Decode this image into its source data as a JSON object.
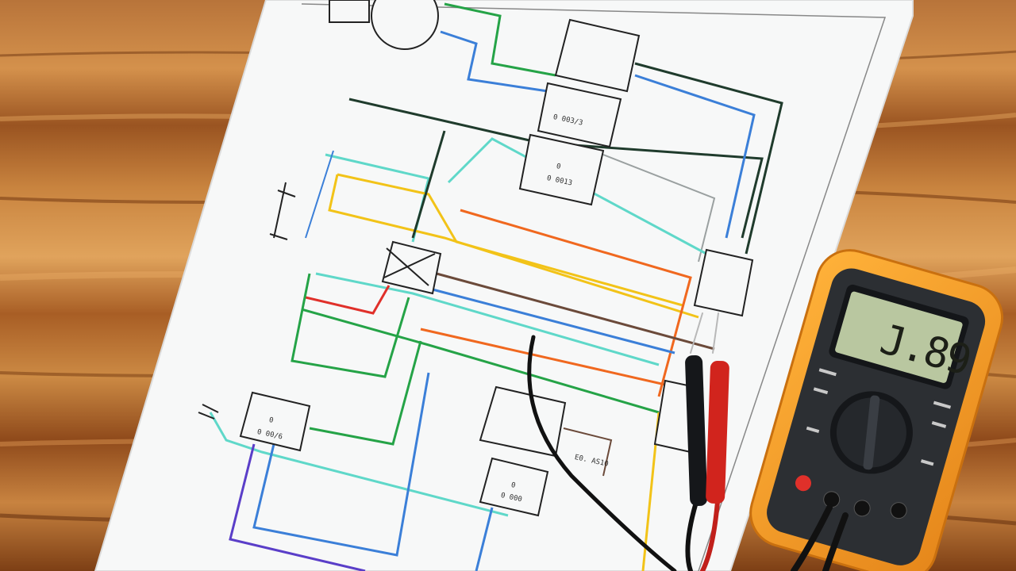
{
  "scene": {
    "objects": [
      "wooden-table",
      "wiring-schematic-sheet",
      "digital-multimeter",
      "test-probes"
    ],
    "colors": {
      "wood_light": "#c98a45",
      "wood_dark": "#7a3f14",
      "paper": "#f7f8f8",
      "meter_housing": "#f39a1e",
      "meter_face": "#2c2f33",
      "lcd": "#b9c7a0",
      "wire_green": "#25a347",
      "wire_blue": "#3b7fd8",
      "wire_yellow": "#f2c318",
      "wire_orange": "#f0681f",
      "wire_red": "#e0302a",
      "wire_cyan": "#5fd8c9",
      "wire_dark": "#1f3b2c",
      "wire_brown": "#6b4a3a",
      "wire_purple": "#5a3ec8"
    }
  },
  "multimeter": {
    "display_reading": "J.89"
  },
  "schematic": {
    "component_labels": [
      "0 003/3",
      "0",
      "0 0013",
      "0",
      "0 00/6",
      "0",
      "0 000",
      "E0. AS10"
    ]
  }
}
